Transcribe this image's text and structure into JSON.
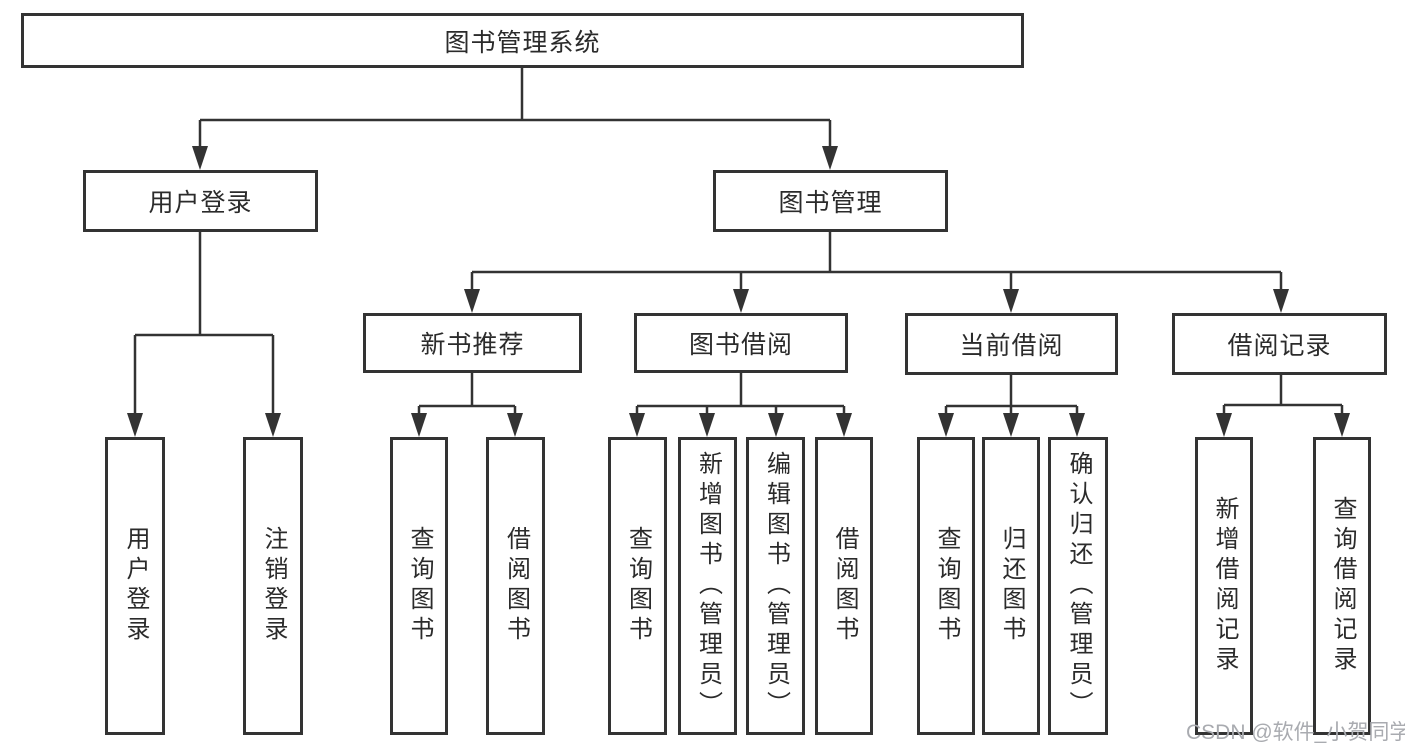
{
  "diagram": {
    "type": "hierarchy-tree",
    "root": {
      "label": "图书管理系统"
    },
    "level2": [
      {
        "label": "用户登录"
      },
      {
        "label": "图书管理"
      }
    ],
    "level3": [
      {
        "label": "新书推荐",
        "parent": "图书管理"
      },
      {
        "label": "图书借阅",
        "parent": "图书管理"
      },
      {
        "label": "当前借阅",
        "parent": "图书管理"
      },
      {
        "label": "借阅记录",
        "parent": "图书管理"
      }
    ],
    "leaves": [
      {
        "label": "用户登录",
        "parent": "用户登录"
      },
      {
        "label": "注销登录",
        "parent": "用户登录"
      },
      {
        "label": "查询图书",
        "parent": "新书推荐"
      },
      {
        "label": "借阅图书",
        "parent": "新书推荐"
      },
      {
        "label": "查询图书",
        "parent": "图书借阅"
      },
      {
        "label": "新增图书（管理员）",
        "parent": "图书借阅"
      },
      {
        "label": "编辑图书（管理员）",
        "parent": "图书借阅"
      },
      {
        "label": "借阅图书",
        "parent": "图书借阅"
      },
      {
        "label": "查询图书",
        "parent": "当前借阅"
      },
      {
        "label": "归还图书",
        "parent": "当前借阅"
      },
      {
        "label": "确认归还（管理员）",
        "parent": "当前借阅"
      },
      {
        "label": "新增借阅记录",
        "parent": "借阅记录"
      },
      {
        "label": "查询借阅记录",
        "parent": "借阅记录"
      }
    ]
  },
  "colors": {
    "line": "#333333",
    "box_border": "#333333",
    "box_text": "#2b2b2b",
    "background": "#ffffff",
    "watermark_text": "#a9abb0"
  },
  "watermark": {
    "text": "CSDN @软件_小贺同学"
  }
}
